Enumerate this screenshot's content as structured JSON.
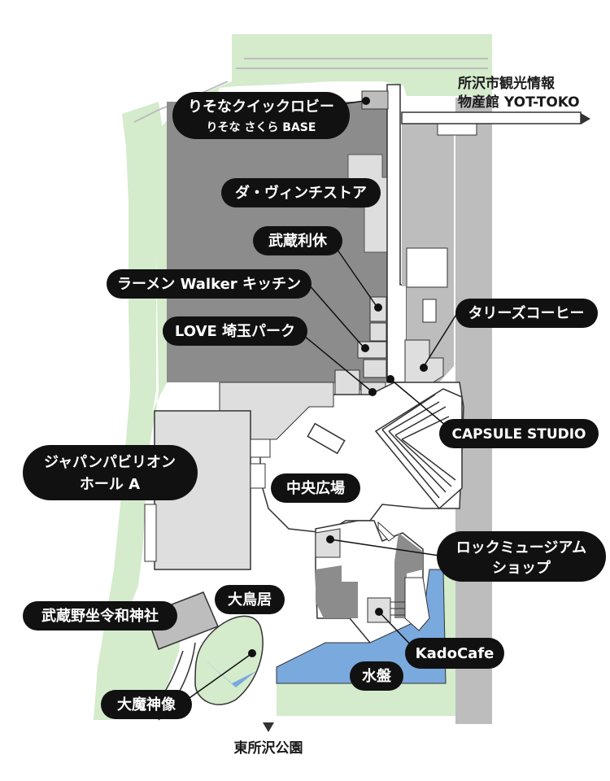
{
  "labels": {
    "resona_line1": "りそなクイックロビー",
    "resona_line2": "りそな さくら BASE",
    "davinci": "ダ・ヴィンチストア",
    "rikyu": "武蔵利休",
    "ramen": "ラーメン Walker キッチン",
    "love_saitama": "LOVE 埼玉パーク",
    "tullys": "タリーズコーヒー",
    "capsule": "CAPSULE STUDIO",
    "japan_pavilion_line1": "ジャパンパビリオン",
    "japan_pavilion_line2": "ホール A",
    "central_plaza": "中央広場",
    "rock_museum_line1": "ロックミュージアム",
    "rock_museum_line2": "ショップ",
    "great_torii": "大鳥居",
    "musashino_shrine": "武蔵野坐令和神社",
    "kadocafe": "KadoCafe",
    "water_basin": "水盤",
    "daimajin": "大魔神像",
    "east_park": "東所沢公園",
    "tourism_line1": "所沢市観光情報",
    "tourism_line2": "物産館 YOT-TOKO"
  },
  "colors": {
    "green_area": "#d4ebcc",
    "dark_building": "#8c8c8c",
    "medium_building": "#bdbdbd",
    "light_building": "#dedede",
    "water": "#7aa9dd",
    "pill": "#111111",
    "outline": "#333333"
  }
}
